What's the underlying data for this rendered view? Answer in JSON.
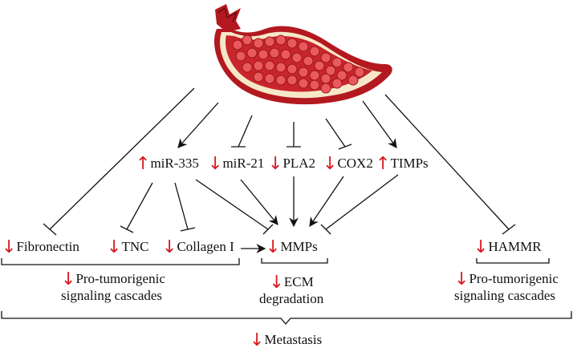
{
  "colors": {
    "down_arrow": "#d71920",
    "up_arrow": "#d71920",
    "line": "#111111",
    "pomegranate_rind": "#b3191f",
    "pomegranate_seed": "#e23a3f",
    "pomegranate_pith": "#f6e7c9"
  },
  "nodes": {
    "mir335": {
      "label": "miR-335",
      "direction": "up"
    },
    "mir21": {
      "label": "miR-21",
      "direction": "down"
    },
    "pla2": {
      "label": "PLA2",
      "direction": "down"
    },
    "cox2": {
      "label": "COX2",
      "direction": "down"
    },
    "timps": {
      "label": "TIMPs",
      "direction": "up"
    },
    "fibronectin": {
      "label": "Fibronectin",
      "direction": "down"
    },
    "tnc": {
      "label": "TNC",
      "direction": "down"
    },
    "collagen": {
      "label": "Collagen I",
      "direction": "down"
    },
    "mmps": {
      "label": "MMPs",
      "direction": "down"
    },
    "hammr": {
      "label": "HAMMR",
      "direction": "down"
    },
    "protumor_left": {
      "label_line1": "Pro-tumorigenic",
      "label_line2": "signaling cascades",
      "direction": "down"
    },
    "ecm": {
      "label_line1": "ECM",
      "label_line2": "degradation",
      "direction": "down"
    },
    "protumor_right": {
      "label_line1": "Pro-tumorigenic",
      "label_line2": "signaling cascades",
      "direction": "down"
    },
    "metastasis": {
      "label": "Metastasis",
      "direction": "down"
    }
  },
  "icons": {
    "arrow_down": "↓",
    "arrow_up": "↑"
  }
}
